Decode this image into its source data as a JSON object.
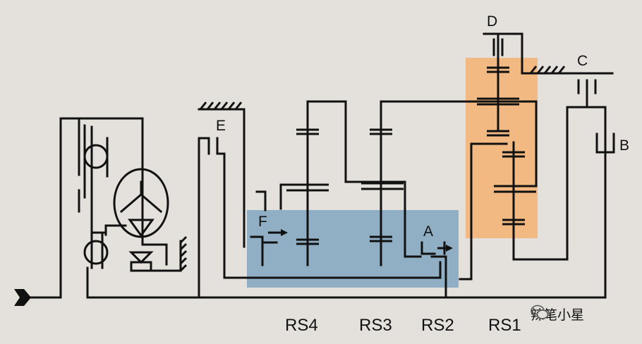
{
  "diagram": {
    "element_labels": {
      "D": "D",
      "C": "C",
      "B": "B",
      "E": "E",
      "F": "F",
      "A": "A"
    },
    "gearsets": [
      "RS4",
      "RS3",
      "RS2",
      "RS1"
    ],
    "watermark": "辣笔小星",
    "colors": {
      "background": "#e4e1dc",
      "line": "#111111",
      "blue_region": "#6f9bbd",
      "orange_region": "#f5b06b"
    }
  }
}
